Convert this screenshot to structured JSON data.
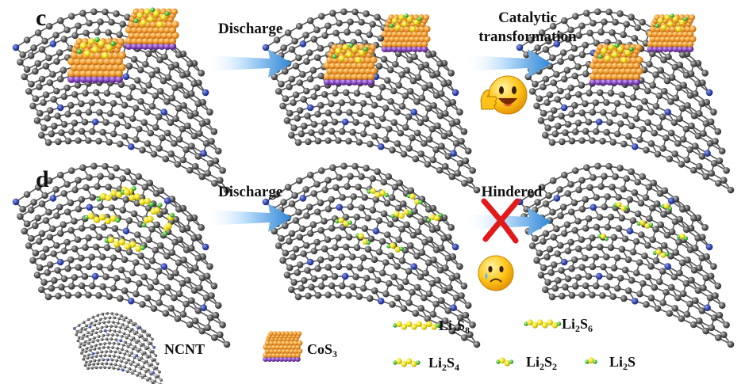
{
  "panels": [
    {
      "letter": "c",
      "arrow1_label": "Discharge",
      "arrow2_label_line1": "Catalytic",
      "arrow2_label_line2": "transformation",
      "arrow2_label_color": "#e8231f",
      "emoji": "happy-thumbs-up-face"
    },
    {
      "letter": "d",
      "arrow1_label": "Discharge",
      "arrow2_label_line1": "Hindered",
      "arrow2_label_color": "#3a49a8",
      "emoji": "sad-crying-face",
      "blocked_mark": "red-x"
    }
  ],
  "legend": {
    "ncnt": "NCNT",
    "cos3_main": "CoS",
    "cos3_sub": "3",
    "li2s8": {
      "a": "Li",
      "b": "2",
      "c": "S",
      "d": "8"
    },
    "li2s6": {
      "a": "Li",
      "b": "2",
      "c": "S",
      "d": "6"
    },
    "li2s4": {
      "a": "Li",
      "b": "2",
      "c": "S",
      "d": "4"
    },
    "li2s2": {
      "a": "Li",
      "b": "2",
      "c": "S",
      "d": "2"
    },
    "li2s": {
      "a": "Li",
      "b": "2",
      "c": "S"
    }
  },
  "colors": {
    "carbon": "#4a4a4a",
    "nitrogen": "#3346a8",
    "cobalt_layer": "#7a3fb0",
    "sulfur_atoms": "#e8952a",
    "polysulfide_s": "#f2e21e",
    "lithium": "#4fbf3a",
    "arrow": "#3a8fd8",
    "red_x": "#e21a1a",
    "emoji": "#f5b800"
  }
}
